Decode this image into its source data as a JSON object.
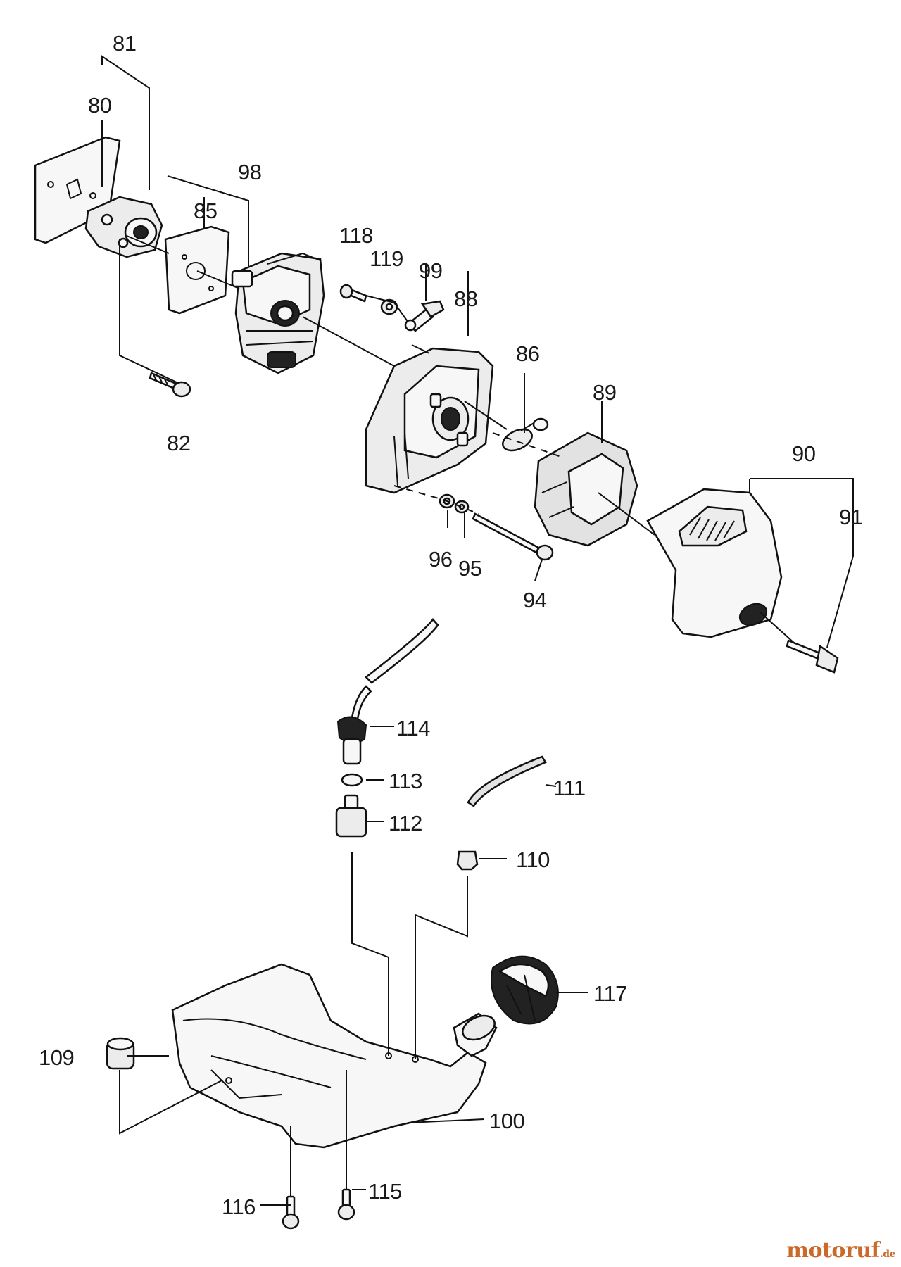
{
  "parts": {
    "p80": "80",
    "p81": "81",
    "p82": "82",
    "p85": "85",
    "p86": "86",
    "p88": "88",
    "p89": "89",
    "p90": "90",
    "p91": "91",
    "p94": "94",
    "p95": "95",
    "p96": "96",
    "p98": "98",
    "p99": "99",
    "p100": "100",
    "p109": "109",
    "p110": "110",
    "p111": "111",
    "p112": "112",
    "p113": "113",
    "p114": "114",
    "p115": "115",
    "p116": "116",
    "p117": "117",
    "p118": "118",
    "p119": "119"
  },
  "brand": {
    "name": "motoruf",
    "suffix": ".de"
  }
}
